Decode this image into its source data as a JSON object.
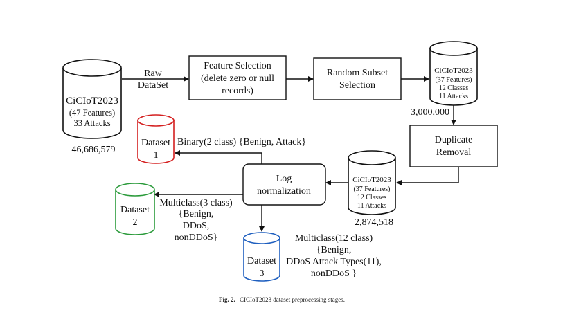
{
  "raw_db": {
    "title": "CiCIoT2023",
    "features": "(47 Features)",
    "attacks": "33 Attacks",
    "count": "46,686,579"
  },
  "raw_label": {
    "line1": "Raw",
    "line2": "DataSet"
  },
  "feature_selection": {
    "line1": "Feature Selection",
    "line2": "(delete zero or null",
    "line3": "records)"
  },
  "random_subset": {
    "line1": "Random Subset",
    "line2": "Selection"
  },
  "subset_db": {
    "title": "CiCIoT2023",
    "features": "(37 Features)",
    "classes": "12 Classes",
    "attacks": "11 Attacks",
    "count": "3,000,000"
  },
  "duplicate_removal": {
    "line1": "Duplicate",
    "line2": "Removal"
  },
  "dedup_db": {
    "title": "CiCIoT2023",
    "features": "(37 Features)",
    "classes": "12 Classes",
    "attacks": "11 Attacks",
    "count": "2,874,518"
  },
  "log_norm": {
    "line1": "Log",
    "line2": "normalization"
  },
  "dataset1": {
    "line1": "Dataset",
    "line2": "1",
    "color": "#d42020"
  },
  "dataset2": {
    "line1": "Dataset",
    "line2": "2",
    "color": "#2a9a3a"
  },
  "dataset3": {
    "line1": "Dataset",
    "line2": "3",
    "color": "#1f5fbf"
  },
  "binary_label": "Binary(2 class) {Benign, Attack}",
  "multi3_label": {
    "line1": "Multiclass(3 class)",
    "line2": "{Benign,",
    "line3": "DDoS,",
    "line4": "nonDDoS}"
  },
  "multi12_label": {
    "line1": "Multiclass(12 class)",
    "line2": "{Benign,",
    "line3": "DDoS Attack Types(11),",
    "line4": "nonDDoS }"
  },
  "caption": {
    "prefix": "Fig. 2.",
    "text": "CICIoT2023 dataset preprocessing stages."
  }
}
